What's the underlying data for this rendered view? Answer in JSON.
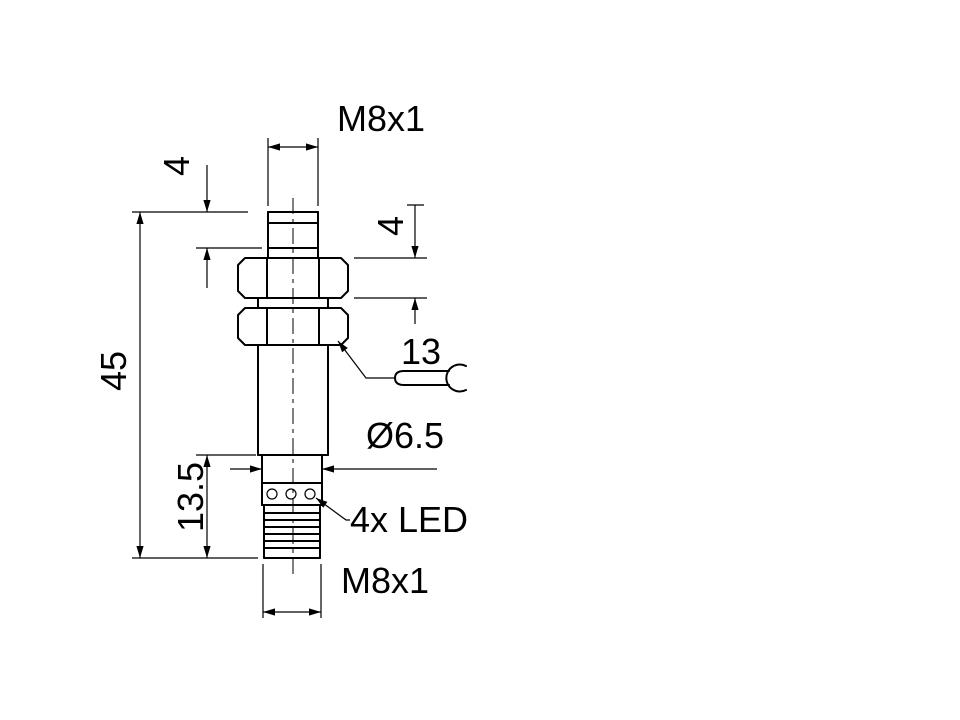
{
  "colors": {
    "ink": "#000000",
    "background": "#ffffff"
  },
  "labels": {
    "thread_top": "M8x1",
    "dim_tip": "4",
    "dim_nut": "4",
    "dim_overall": "45",
    "dim_lower": "13.5",
    "dim_wrench": "13",
    "dim_diameter": "Ø6.5",
    "led": "4x LED",
    "thread_bottom": "M8x1"
  },
  "icons": {
    "wrench": "open-end-wrench-icon"
  }
}
